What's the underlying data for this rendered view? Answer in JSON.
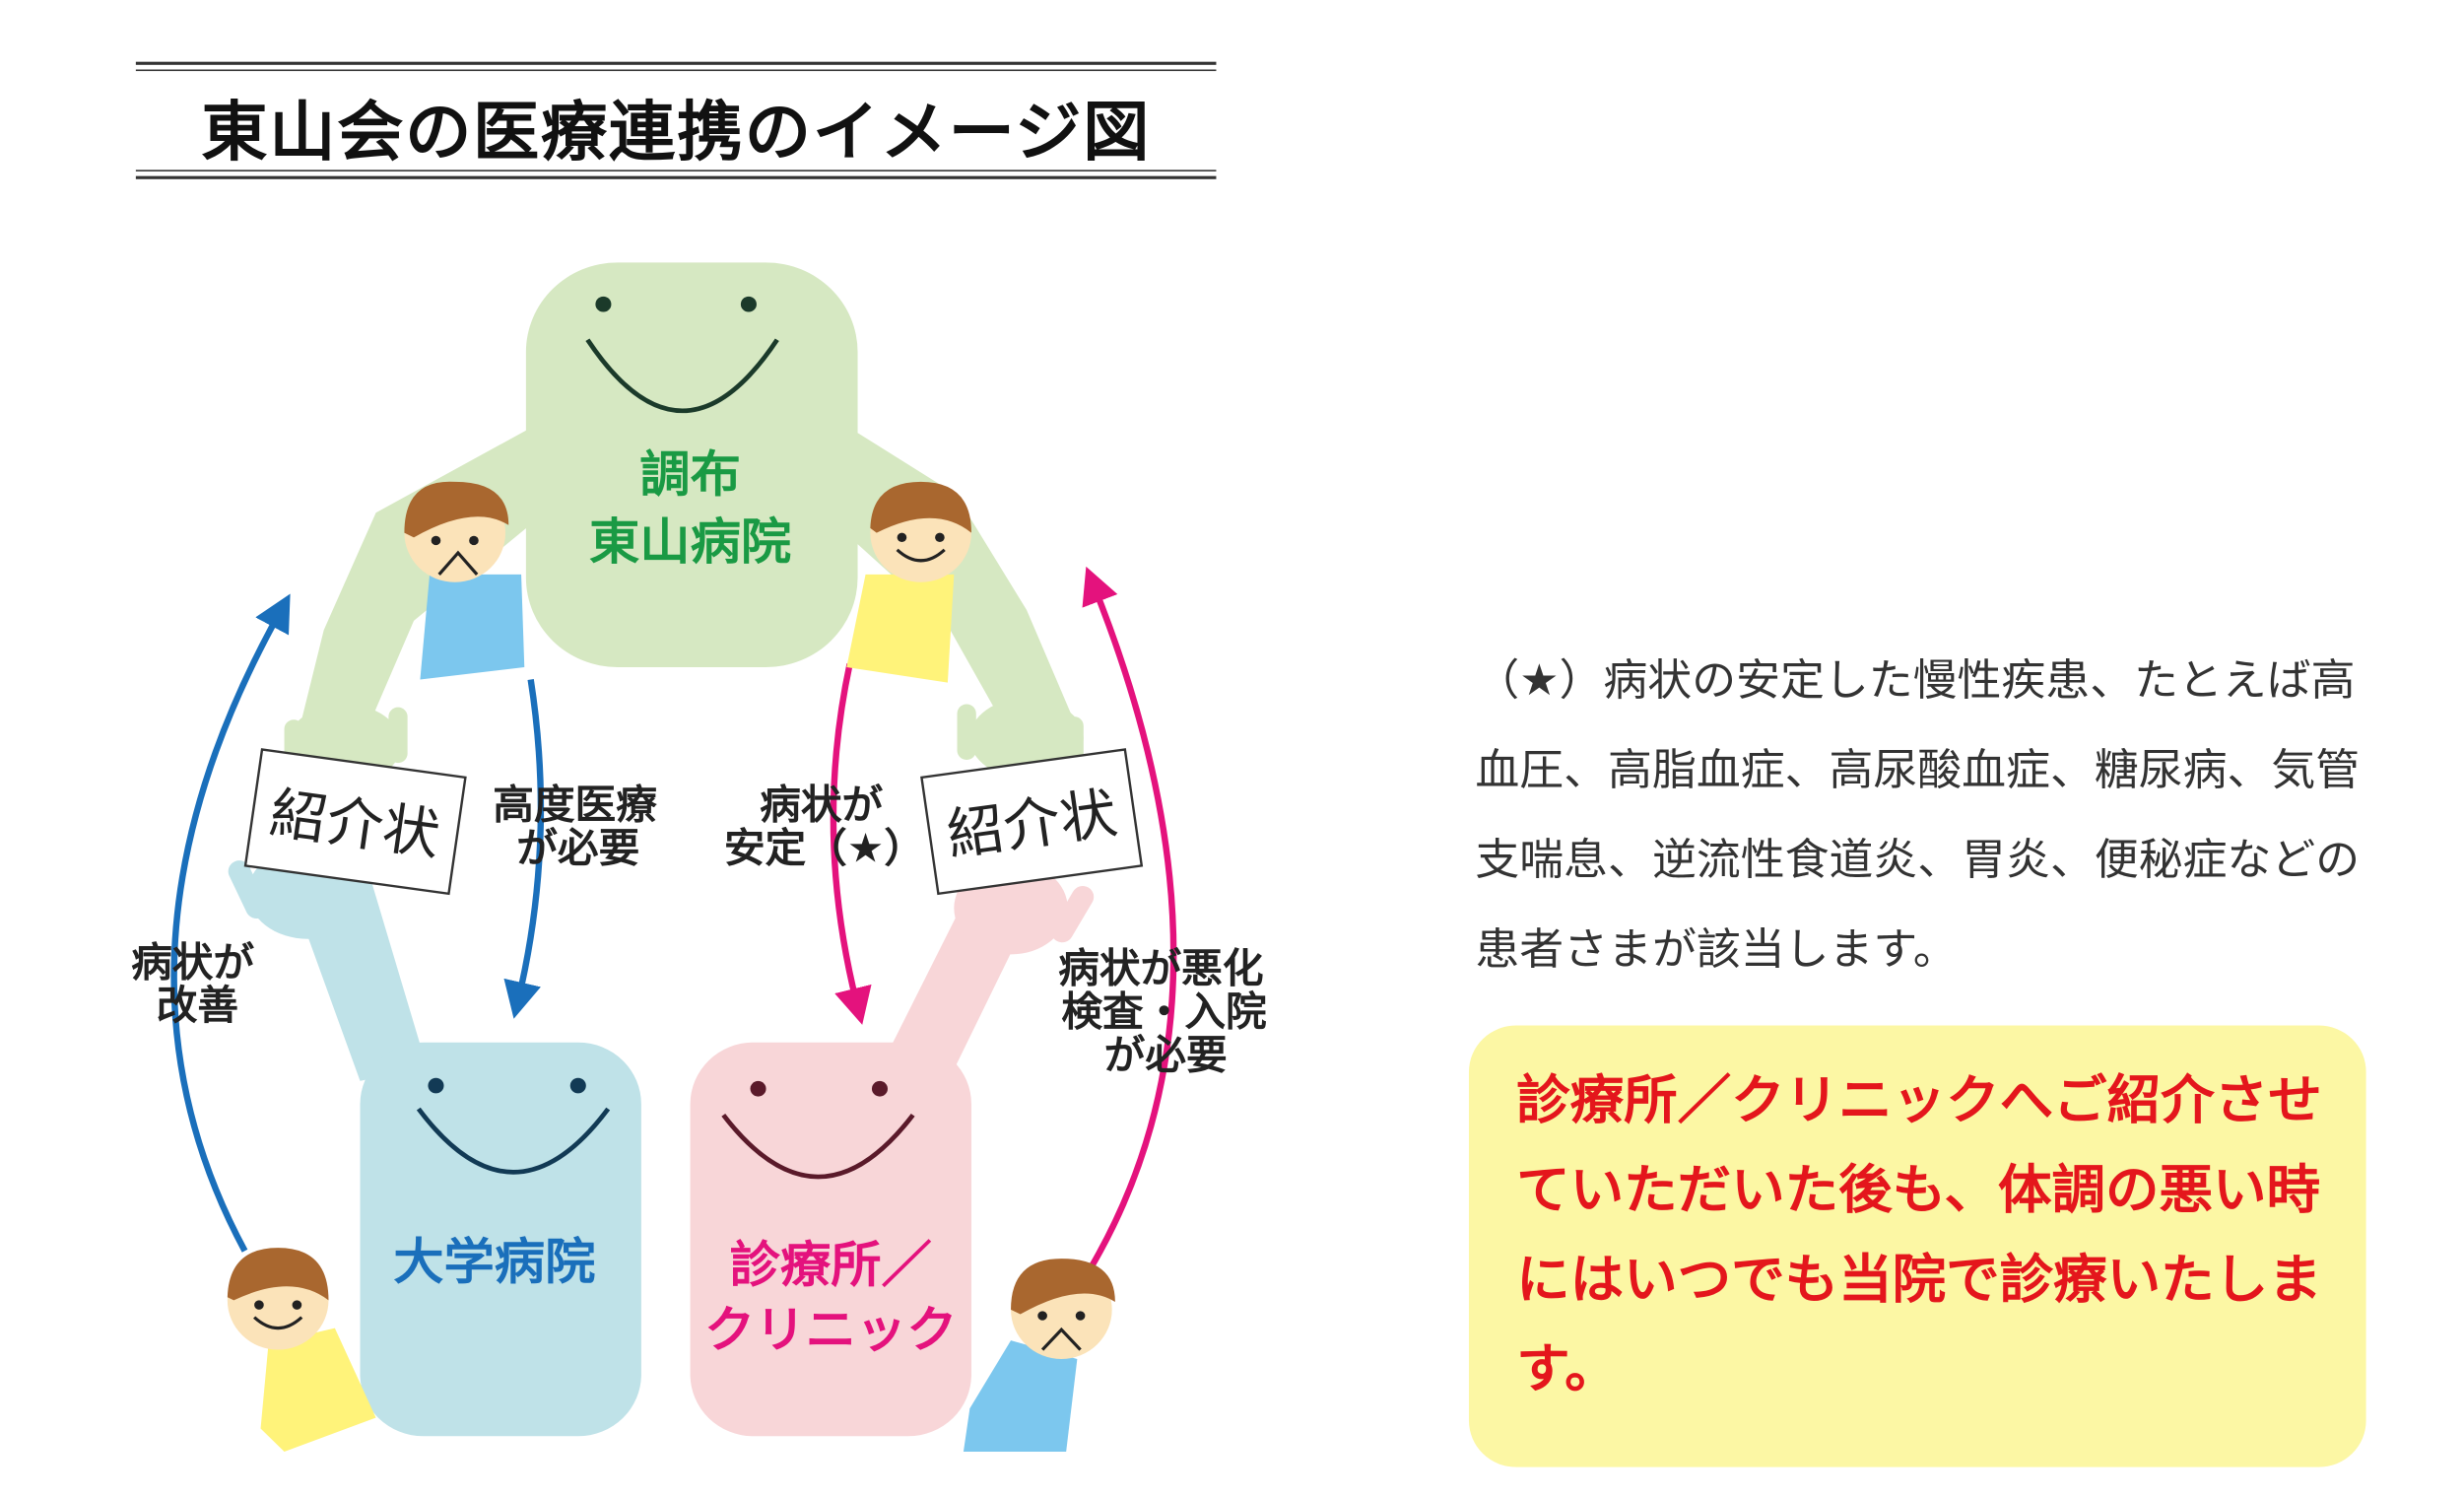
{
  "title": "東山会の医療連携のイメージ図",
  "nodes": {
    "chofu": {
      "line1": "調布",
      "line2": "東山病院",
      "color": "#1a9a44"
    },
    "university": {
      "label": "大学病院",
      "color": "#1a6fbb"
    },
    "clinic": {
      "line1": "診療所／",
      "line2": "クリニック",
      "color": "#e4127d"
    }
  },
  "documents": {
    "left": "紹介状",
    "right": "紹介状"
  },
  "arrows": {
    "improved": {
      "line1": "病状が",
      "line2": "改善",
      "color": "#1a6fbb"
    },
    "advanced": {
      "line1": "高度医療",
      "line2": "が必要",
      "color": "#1a6fbb"
    },
    "stable": {
      "line1": "病状が",
      "line2": "安定（★）",
      "color": "#e4127d"
    },
    "worsened": {
      "line1": "病状が悪化",
      "line2": "検査・入院",
      "line3": "が必要",
      "color": "#e4127d"
    }
  },
  "note": "（★）病状の安定した慢性疾患、たとえば高血圧、高脂血症、高尿酸血症、糖尿病、気管支喘息、逆流性食道炎、胃炎、便秘症などの患者さまが該当します。",
  "callout": "診療所／クリニックへご紹介させていただいた後も、体調の悪い時にはいつでも当院で診療いたします。",
  "colors": {
    "green_body": "#d6e8c2",
    "blue_body": "#bfe2e8",
    "pink_body": "#f8d6d8",
    "callout_bg": "#fcf7a4",
    "callout_text": "#e4161c",
    "patient_hair": "#a9672f",
    "patient_face": "#fbe3b9",
    "patient_shirt_blue": "#7cc7ee",
    "patient_shirt_yellow": "#fff37a"
  }
}
